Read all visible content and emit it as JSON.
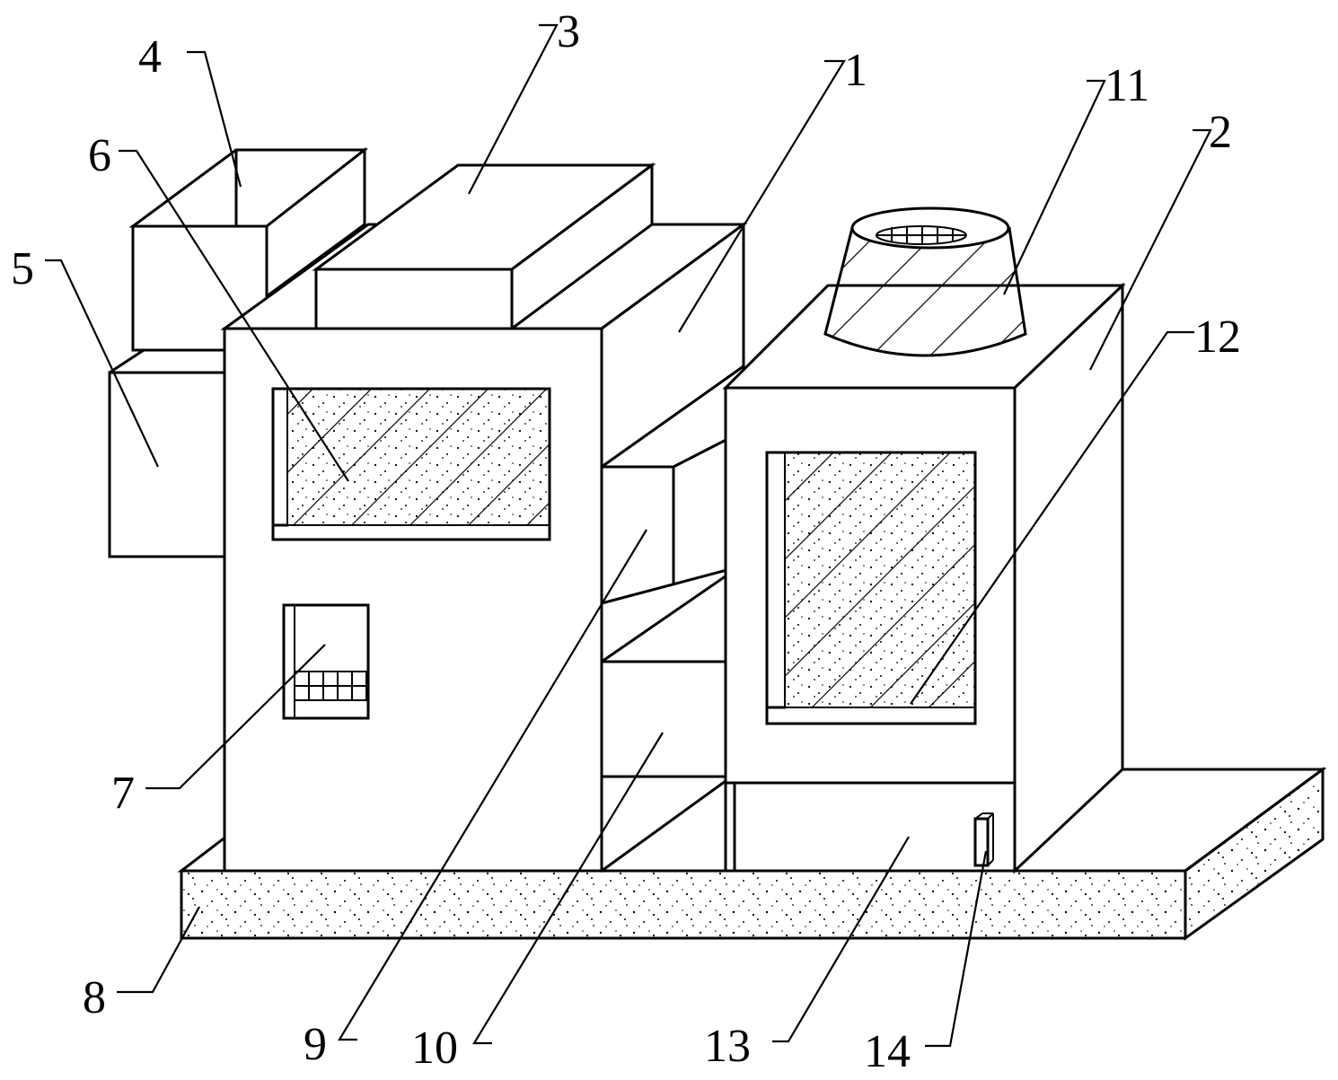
{
  "labels": [
    {
      "id": "1",
      "text": "1"
    },
    {
      "id": "2",
      "text": "2"
    },
    {
      "id": "3",
      "text": "3"
    },
    {
      "id": "4",
      "text": "4"
    },
    {
      "id": "5",
      "text": "5"
    },
    {
      "id": "6",
      "text": "6"
    },
    {
      "id": "7",
      "text": "7"
    },
    {
      "id": "8",
      "text": "8"
    },
    {
      "id": "9",
      "text": "9"
    },
    {
      "id": "10",
      "text": "10"
    },
    {
      "id": "11",
      "text": "11"
    },
    {
      "id": "12",
      "text": "12"
    },
    {
      "id": "13",
      "text": "13"
    },
    {
      "id": "14",
      "text": "14"
    }
  ],
  "colors": {
    "line": "#000000",
    "background": "#ffffff",
    "speckle": "#000000"
  }
}
